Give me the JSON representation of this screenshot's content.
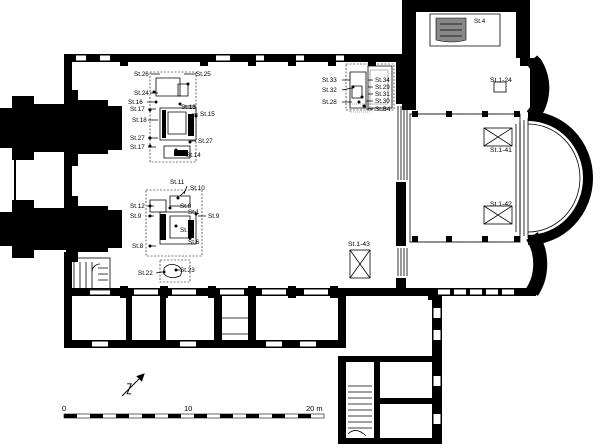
{
  "labels": {
    "st4": "St.4",
    "st1_24": "St.1-24",
    "st33": "St.33",
    "st32": "St.32",
    "st28": "St.28",
    "st34": "St.34",
    "st29": "St.29",
    "st31": "St.31",
    "st30": "St.30",
    "stb4": "St.B4",
    "st26": "St.26",
    "st25": "St.25",
    "st24": "St.24",
    "st16": "St.16",
    "st17a": "St.17",
    "st13": "St.13",
    "st15a": "St.15",
    "st18": "St.18",
    "st27a": "St.27",
    "st27b": "St.27",
    "st17b": "St.17",
    "st14": "St.14",
    "st1_41": "St.1-41",
    "st1_42": "St.1-42",
    "st1_43": "St.1-43",
    "st11": "St.11",
    "st10": "St.10",
    "st12": "St.12",
    "st8a": "St.8",
    "st1": "St.1",
    "st9a": "St.9",
    "st9b": "St.9",
    "st7": "St.7",
    "st6": "St.6",
    "st8b": "St.8",
    "st22": "St.22",
    "st23": "St.23"
  },
  "scale_bar": {
    "tick_0": "0",
    "tick_10": "10",
    "tick_20": "20 m"
  },
  "icons": {
    "north_arrow": "north-arrow-icon"
  }
}
